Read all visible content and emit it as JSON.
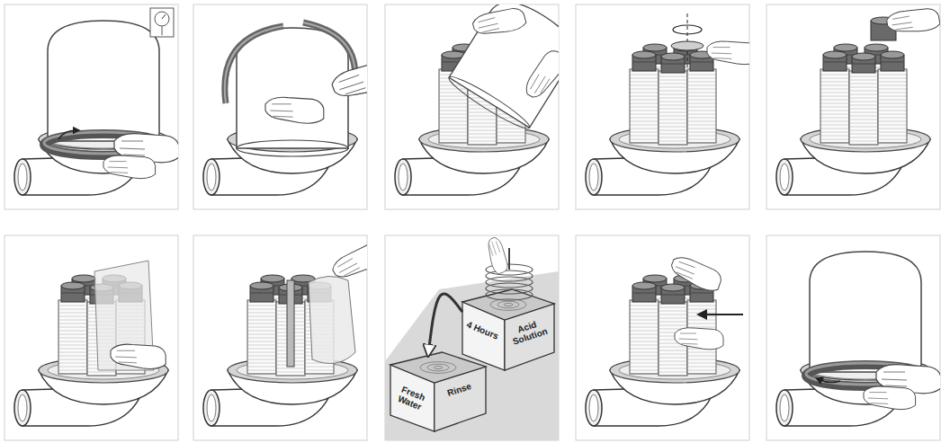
{
  "diagram": {
    "nodes": [
      {
        "text": [
          "Fresh Water",
          "Rinse"
        ]
      },
      {
        "text": [
          "4 Hours",
          "Acid Solution"
        ]
      }
    ],
    "edges": [
      {
        "from": 1,
        "to": 0,
        "arrow": "to"
      }
    ]
  }
}
